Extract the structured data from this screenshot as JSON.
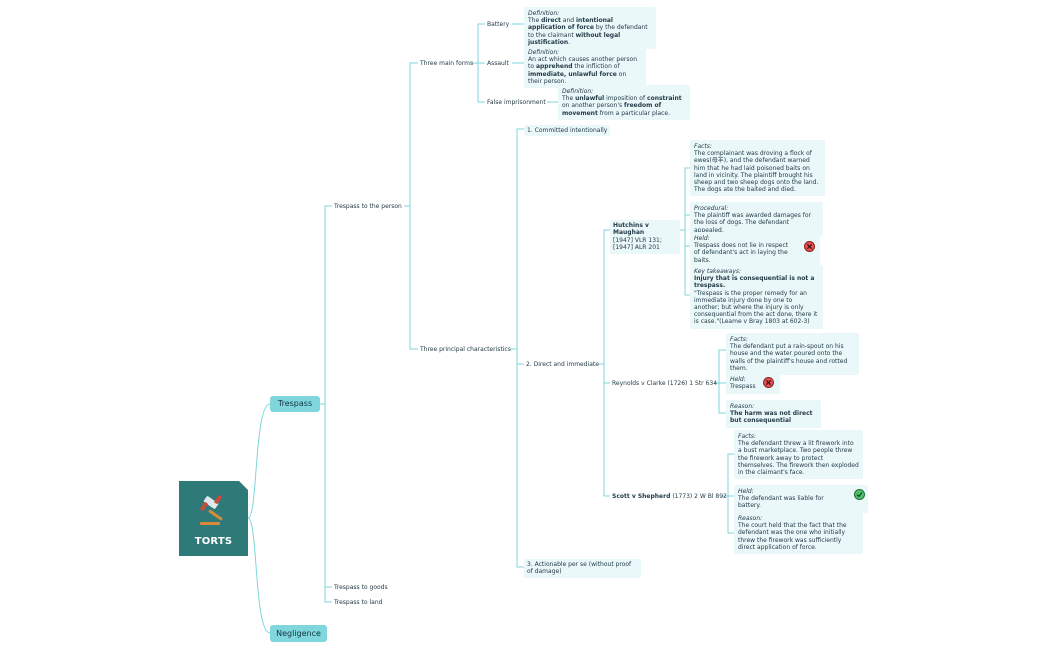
{
  "root": {
    "title": "TORTS",
    "icon": "gavel-icon"
  },
  "branches": {
    "trespass": "Trespass",
    "negligence": "Negligence"
  },
  "trespass": {
    "person": "Trespass to the person",
    "goods": "Trespass to goods",
    "land": "Trespass to land",
    "three_main_forms": "Three main forms",
    "three_principal_characteristics": "Three principal characteristics"
  },
  "forms": {
    "battery": {
      "label": "Battery",
      "def_label": "Definition:"
    },
    "assault": {
      "label": "Assault",
      "def_label": "Definition:"
    },
    "false_imprisonment": {
      "label": "False imprisonment",
      "def_label": "Definition:"
    }
  },
  "characteristics": {
    "c1": "1. Committed intentionally",
    "c2": "2. Direct and immediate",
    "c3": "3. Actionable per se (without proof of damage)"
  },
  "cases": {
    "hutchins": {
      "name": "Hutchins v Maughan",
      "citation": "[1947] VLR 131; [1947] ALR 201",
      "facts_label": "Facts:",
      "facts": "The complainant was droving a flock of ewes(母羊), and the defendant warned him that he had laid poisoned baits on land in vicinity. The plaintiff brought his sheep and two sheep dogs onto the land. The dogs ate the baited and died.",
      "procedural_label": "Procedural:",
      "procedural": "The plaintiff was awarded damages for the loss of dogs. The defendant appealed.",
      "held_label": "Held:",
      "held": "Trespass does not lie in respect of defendant's act in laying the baits.",
      "takeaways_label": "Key takeaways:",
      "takeaways_bold": "Injury that is consequential is not a trespass.",
      "takeaways_text": "\"Trespass is the proper remedy for an immediate injury done by one to another; but where the injury is only consequential from the act done, there it is case.\"(Leame v Bray 1803 at 602-3)"
    },
    "reynolds": {
      "name": "Reynolds v Clarke (1726) 1 Str 634",
      "facts_label": "Facts:",
      "facts": "The defendant put a rain-spout on his house and the water poured onto the walls of the plaintiff's house and rotted them.",
      "held_label": "Held:",
      "held": "Trespass",
      "reason_label": "Reason:",
      "reason": "The harm was not direct but consequential"
    },
    "scott": {
      "name": "Scott v Shepherd",
      "citation": "(1773) 2 W Bl 892",
      "facts_label": "Facts:",
      "facts": "The defendant threw a lit firework into a bust marketplace. Two people threw the firework away to protect themselves. The firework then exploded in the claimant's face.",
      "held_label": "Held:",
      "held": "The defendant was liable for battery.",
      "reason_label": "Reason:",
      "reason": "The court held that the fact that the defendant was the one who initially threw the firework was sufficiently direct application of force."
    }
  },
  "colors": {
    "accent": "#7fd6dc",
    "root_bg": "#2e7a78",
    "card_bg": "#eaf8fa",
    "cross": "#e05252",
    "check": "#4fc16c"
  }
}
